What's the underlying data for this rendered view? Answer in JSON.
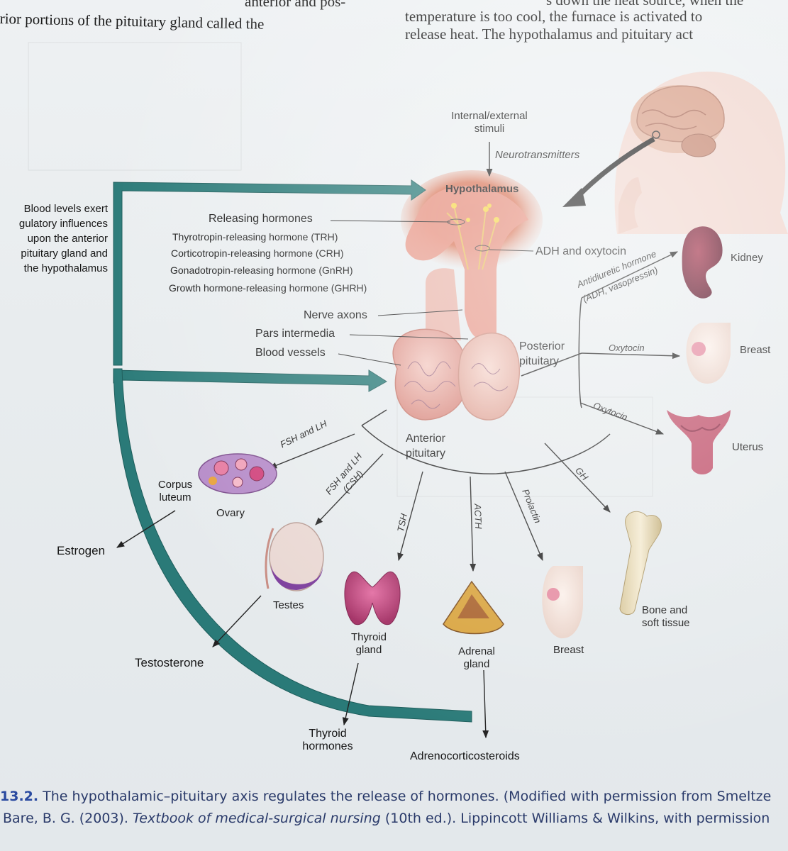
{
  "top_text": {
    "left_line1": "rior portions of the pituitary gland called the",
    "left_partial": "anterior and pos-",
    "right_line0": "s down the heat source, when the",
    "right_line1": "temperature is too cool, the furnace is activated to",
    "right_line2": "release heat. The hypothalamus and pituitary act"
  },
  "diagram": {
    "stimuli": "Internal/external\nstimuli",
    "neurotransmitters": "Neurotransmitters",
    "hypothalamus": "Hypothalamus",
    "feedback_note": "Blood levels exert\ngulatory influences\nupon the anterior\npituitary gland and\nthe hypothalamus",
    "releasing_hormones": "Releasing hormones",
    "releasing_list": [
      "Thyrotropin-releasing hormone (TRH)",
      "Corticotropin-releasing hormone (CRH)",
      "Gonadotropin-releasing hormone (GnRH)",
      "Growth hormone-releasing hormone (GHRH)"
    ],
    "adh_oxytocin": "ADH and oxytocin",
    "nerve_axons": "Nerve axons",
    "pars_intermedia": "Pars intermedia",
    "blood_vessels": "Blood vessels",
    "posterior_pituitary": "Posterior\npituitary",
    "anterior_pituitary": "Anterior\npituitary",
    "antidiuretic": "Antidiuretic hormone\n(ADH, vasopressin)",
    "oxytocin_1": "Oxytocin",
    "oxytocin_2": "Oxytocin",
    "kidney": "Kidney",
    "breast_1": "Breast",
    "uterus": "Uterus",
    "fsh_lh_1": "FSH and LH",
    "fsh_lh_2": "FSH and LH\n(CSH)",
    "tsh": "TSH",
    "acth": "ACTH",
    "prolactin": "Prolactin",
    "gh": "GH",
    "corpus_luteum": "Corpus\nluteum",
    "ovary": "Ovary",
    "estrogen": "Estrogen",
    "testes": "Testes",
    "testosterone": "Testosterone",
    "thyroid_gland": "Thyroid\ngland",
    "thyroid_hormones": "Thyroid\nhormones",
    "adrenal_gland": "Adrenal\ngland",
    "adrenocorticosteroids": "Adrenocorticosteroids",
    "breast_2": "Breast",
    "bone": "Bone and\nsoft tissue"
  },
  "caption": {
    "fig": "13.2.",
    "line1": " The hypothalamic–pituitary axis regulates the release of hormones. (Modified with permission from Smeltze",
    "line2a": "Bare, B. G. (2003). ",
    "line2b": "Textbook of medical-surgical nursing",
    "line2c": " (10th ed.). Lippincott Williams & Wilkins, with permission"
  },
  "colors": {
    "feedback_arrow": "#2a7a78",
    "label_line": "#222222",
    "caption_text": "#2a3a6a"
  }
}
